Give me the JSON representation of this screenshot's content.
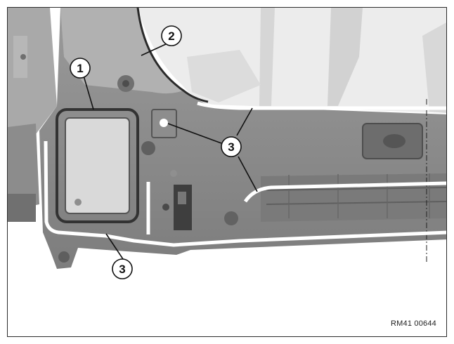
{
  "figure": {
    "reference_code": "RM41 00644"
  },
  "callouts": [
    {
      "id": "1",
      "label": "1"
    },
    {
      "id": "2",
      "label": "2"
    },
    {
      "id": "3a",
      "label": "3"
    },
    {
      "id": "3b",
      "label": "3"
    }
  ]
}
